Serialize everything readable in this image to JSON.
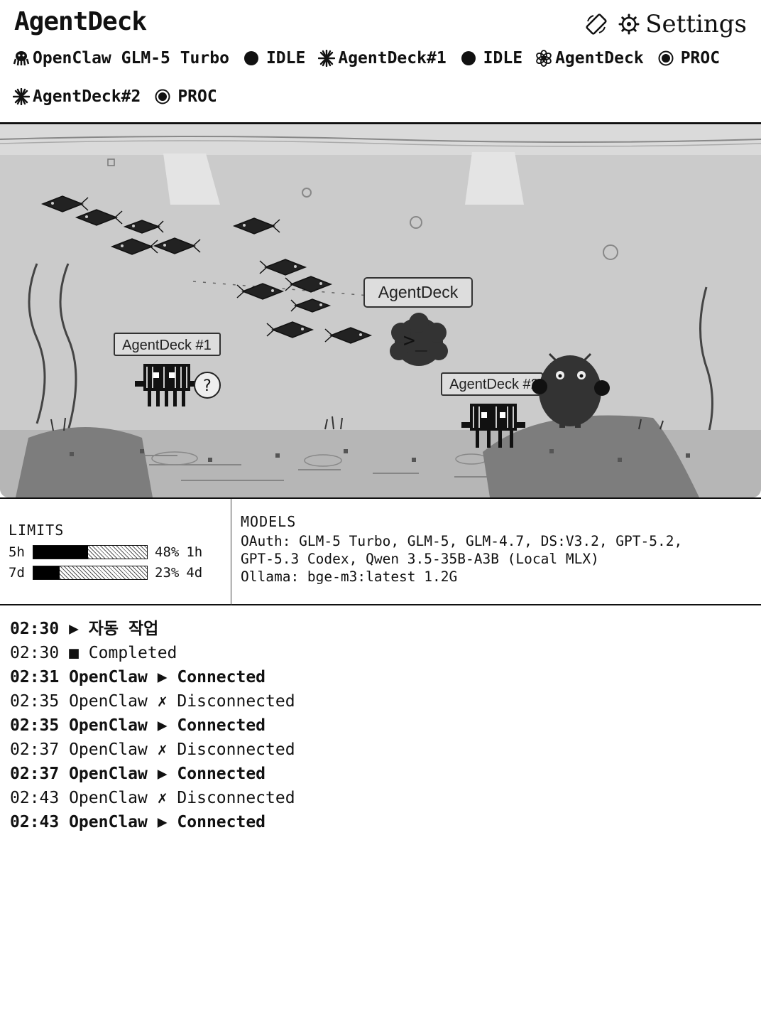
{
  "header": {
    "title": "AgentDeck",
    "settings_label": "Settings",
    "icons": {
      "rotate": "screen-rotate-icon",
      "settings": "gear-icon"
    }
  },
  "agents": [
    {
      "name": "OpenClaw GLM-5 Turbo",
      "status": "IDLE",
      "icon": "octopus-icon"
    },
    {
      "name": "AgentDeck#1",
      "status": "IDLE",
      "icon": "asterisk-burst-icon"
    },
    {
      "name": "AgentDeck",
      "status": "PROC",
      "icon": "openai-knot-icon"
    },
    {
      "name": "AgentDeck#2",
      "status": "PROC",
      "icon": "asterisk-burst-icon"
    }
  ],
  "scene": {
    "labels": {
      "agent_main": "AgentDeck",
      "agent_1": "AgentDeck #1",
      "agent_2": "AgentDeck #2"
    },
    "question_mark": "?",
    "prompt_glyph": ">_"
  },
  "limits": {
    "title": "LIMITS",
    "rows": [
      {
        "label": "5h",
        "percent": 48,
        "percent_text": "48%",
        "reset": "1h"
      },
      {
        "label": "7d",
        "percent": 23,
        "percent_text": "23%",
        "reset": "4d"
      }
    ]
  },
  "models": {
    "title": "MODELS",
    "lines": [
      "OAuth: GLM-5 Turbo, GLM-5, GLM-4.7, DS:V3.2, GPT-5.2,",
      "GPT-5.3 Codex, Qwen 3.5-35B-A3B (Local MLX)",
      "Ollama: bge-m3:latest 1.2G"
    ]
  },
  "log": [
    {
      "text": "02:30 ▶ 자동 작업",
      "bold": true
    },
    {
      "text": "02:30 ■ Completed",
      "bold": false
    },
    {
      "text": "02:31 OpenClaw ▶ Connected",
      "bold": true
    },
    {
      "text": "02:35 OpenClaw ✗ Disconnected",
      "bold": false
    },
    {
      "text": "02:35 OpenClaw ▶ Connected",
      "bold": true
    },
    {
      "text": "02:37 OpenClaw ✗ Disconnected",
      "bold": false
    },
    {
      "text": "02:37 OpenClaw ▶ Connected",
      "bold": true
    },
    {
      "text": "02:43 OpenClaw ✗ Disconnected",
      "bold": false
    },
    {
      "text": "02:43 OpenClaw ▶ Connected",
      "bold": true
    }
  ]
}
